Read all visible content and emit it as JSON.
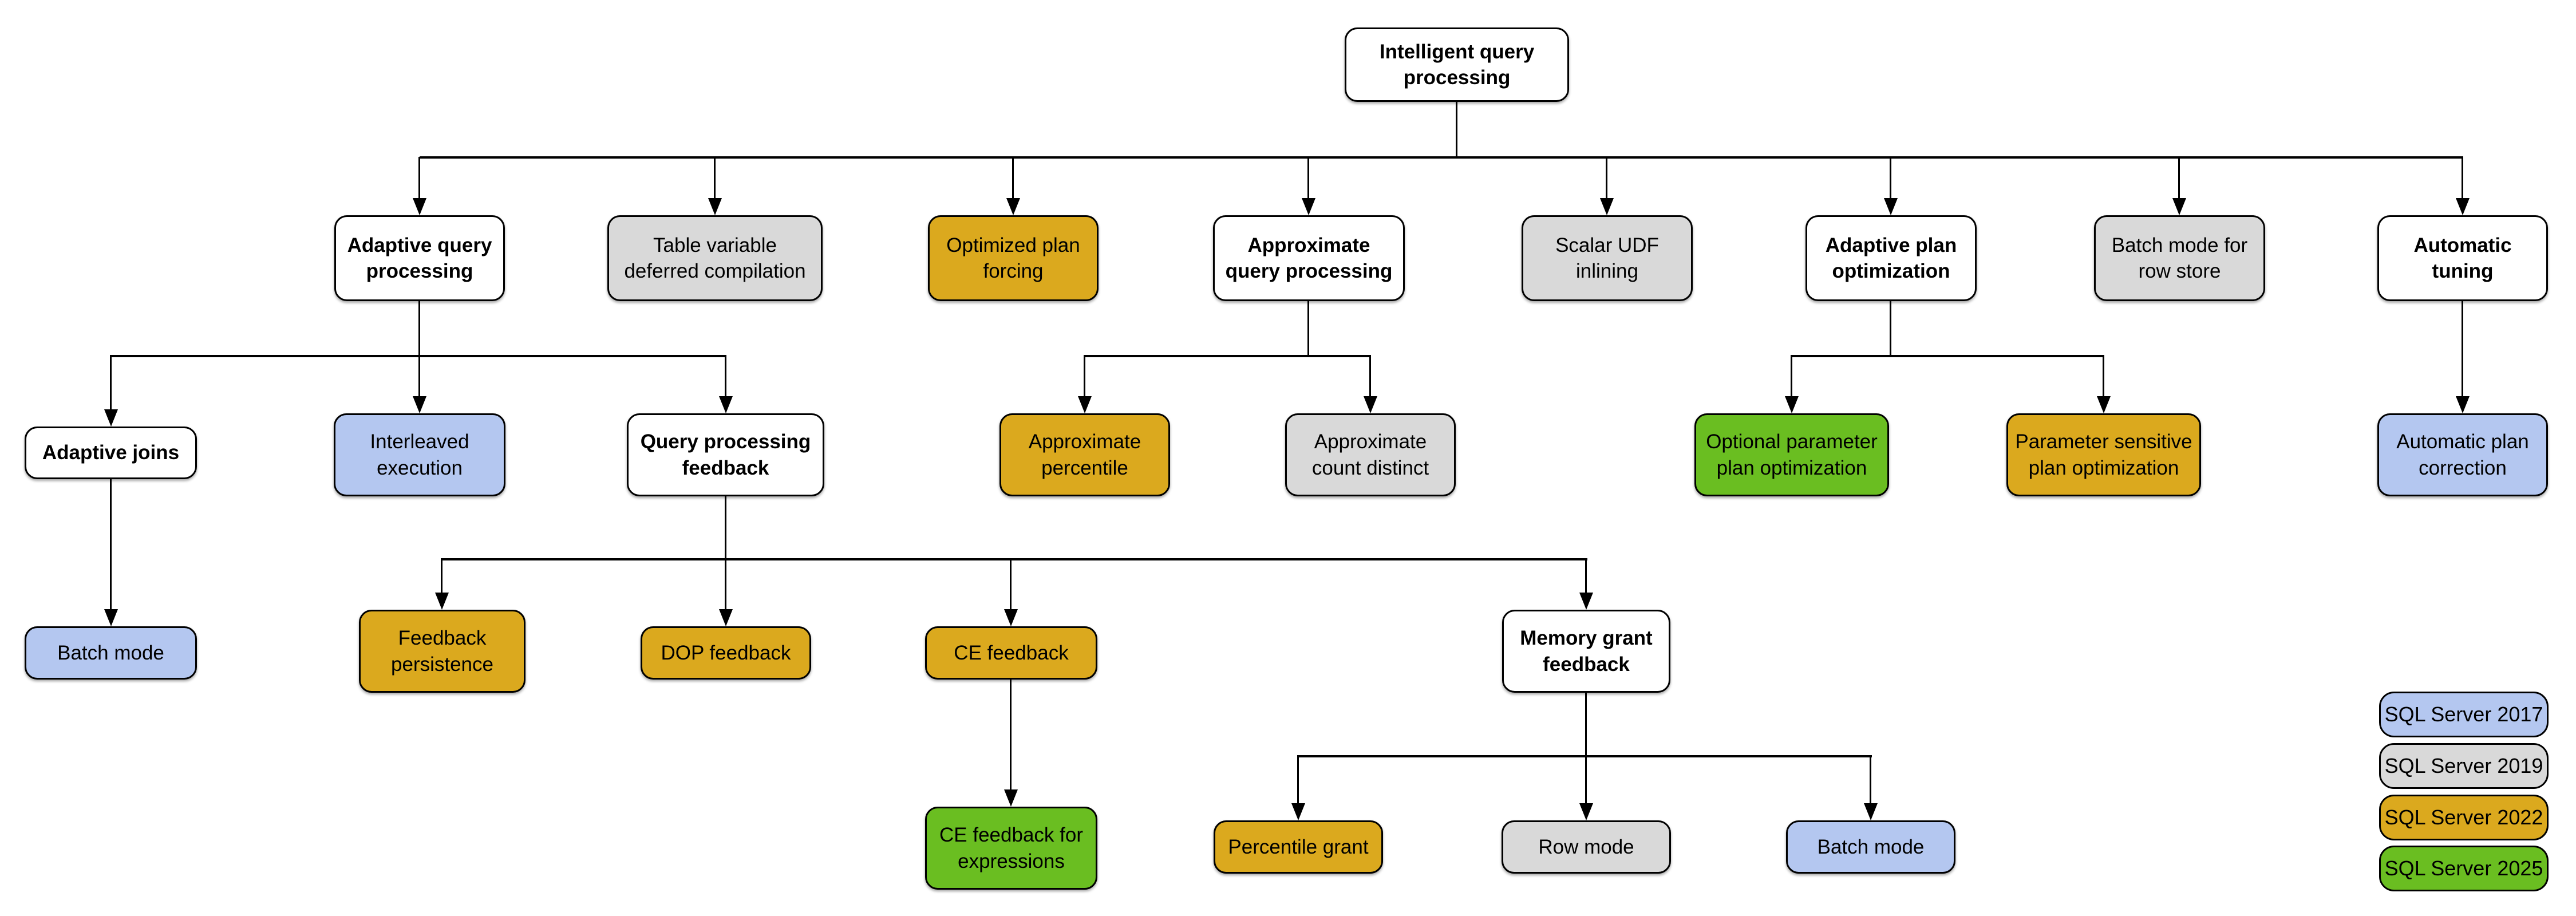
{
  "colors": {
    "node_default_bg": "#ffffff",
    "sql_server_2017": "#b4c7f0",
    "sql_server_2019": "#d9d9d9",
    "sql_server_2022": "#dba91e",
    "sql_server_2025": "#6abe21",
    "border": "#000000",
    "connector": "#000000",
    "background": "#ffffff"
  },
  "nodes": {
    "root": {
      "label": "Intelligent query processing",
      "version": "base"
    },
    "aqp": {
      "label": "Adaptive query processing",
      "version": "base"
    },
    "tvdc": {
      "label": "Table variable deferred compilation",
      "version": "sql_server_2019"
    },
    "opf": {
      "label": "Optimized plan forcing",
      "version": "sql_server_2022"
    },
    "apq": {
      "label": "Approximate query processing",
      "version": "base"
    },
    "sudf": {
      "label": "Scalar UDF inlining",
      "version": "sql_server_2019"
    },
    "apo": {
      "label": "Adaptive plan optimization",
      "version": "base"
    },
    "bmrs": {
      "label": "Batch mode for row store",
      "version": "sql_server_2019"
    },
    "at": {
      "label": "Automatic tuning",
      "version": "base"
    },
    "aj": {
      "label": "Adaptive joins",
      "version": "base"
    },
    "ie": {
      "label": "Interleaved execution",
      "version": "sql_server_2017"
    },
    "qpf": {
      "label": "Query processing feedback",
      "version": "base"
    },
    "apct": {
      "label": "Approximate percentile",
      "version": "sql_server_2022"
    },
    "acd": {
      "label": "Approximate count distinct",
      "version": "sql_server_2019"
    },
    "oppo": {
      "label": "Optional parameter plan optimization",
      "version": "sql_server_2025"
    },
    "pspo": {
      "label": "Parameter sensitive plan optimization",
      "version": "sql_server_2022"
    },
    "apc": {
      "label": "Automatic plan correction",
      "version": "sql_server_2017"
    },
    "bm_aj": {
      "label": "Batch mode",
      "version": "sql_server_2017"
    },
    "fp": {
      "label": "Feedback persistence",
      "version": "sql_server_2022"
    },
    "dop": {
      "label": "DOP feedback",
      "version": "sql_server_2022"
    },
    "cef": {
      "label": "CE feedback",
      "version": "sql_server_2022"
    },
    "mgf": {
      "label": "Memory grant feedback",
      "version": "base"
    },
    "cefe": {
      "label": "CE feedback for expressions",
      "version": "sql_server_2025"
    },
    "pg": {
      "label": "Percentile grant",
      "version": "sql_server_2022"
    },
    "rm": {
      "label": "Row mode",
      "version": "sql_server_2019"
    },
    "bm_mgf": {
      "label": "Batch mode",
      "version": "sql_server_2017"
    }
  },
  "edges": [
    [
      "root",
      "aqp"
    ],
    [
      "root",
      "tvdc"
    ],
    [
      "root",
      "opf"
    ],
    [
      "root",
      "apq"
    ],
    [
      "root",
      "sudf"
    ],
    [
      "root",
      "apo"
    ],
    [
      "root",
      "bmrs"
    ],
    [
      "root",
      "at"
    ],
    [
      "aqp",
      "aj"
    ],
    [
      "aqp",
      "ie"
    ],
    [
      "aqp",
      "qpf"
    ],
    [
      "apq",
      "apct"
    ],
    [
      "apq",
      "acd"
    ],
    [
      "apo",
      "oppo"
    ],
    [
      "apo",
      "pspo"
    ],
    [
      "at",
      "apc"
    ],
    [
      "aj",
      "bm_aj"
    ],
    [
      "qpf",
      "fp"
    ],
    [
      "qpf",
      "dop"
    ],
    [
      "qpf",
      "cef"
    ],
    [
      "qpf",
      "mgf"
    ],
    [
      "cef",
      "cefe"
    ],
    [
      "mgf",
      "pg"
    ],
    [
      "mgf",
      "rm"
    ],
    [
      "mgf",
      "bm_mgf"
    ]
  ],
  "legend": {
    "items": [
      {
        "label": "SQL Server 2017",
        "version": "sql_server_2017"
      },
      {
        "label": "SQL Server 2019",
        "version": "sql_server_2019"
      },
      {
        "label": "SQL Server 2022",
        "version": "sql_server_2022"
      },
      {
        "label": "SQL Server 2025",
        "version": "sql_server_2025"
      }
    ]
  }
}
